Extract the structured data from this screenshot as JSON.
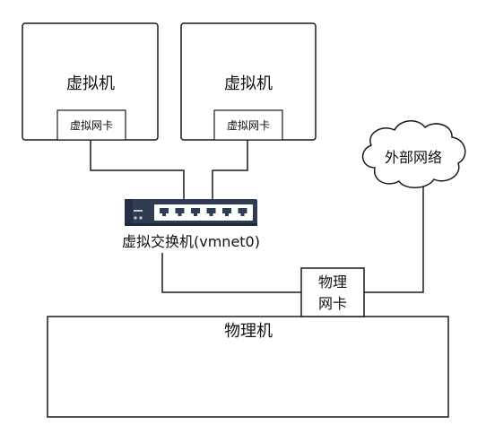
{
  "diagram": {
    "vm_left": {
      "title": "虚拟机",
      "nic_label": "虚拟网卡"
    },
    "vm_right": {
      "title": "虚拟机",
      "nic_label": "虚拟网卡"
    },
    "external_network": {
      "label": "外部网络"
    },
    "virtual_switch": {
      "label": "虚拟交换机(vmnet0)",
      "port_count": 6
    },
    "physical_nic": {
      "label_line1": "物理",
      "label_line2": "网卡"
    },
    "physical_machine": {
      "title": "物理机"
    },
    "colors": {
      "line": "#1a1a1a",
      "switch_body": "#2f3d52",
      "switch_panel": "#ffffff",
      "switch_led": "#c9ccd2"
    }
  }
}
